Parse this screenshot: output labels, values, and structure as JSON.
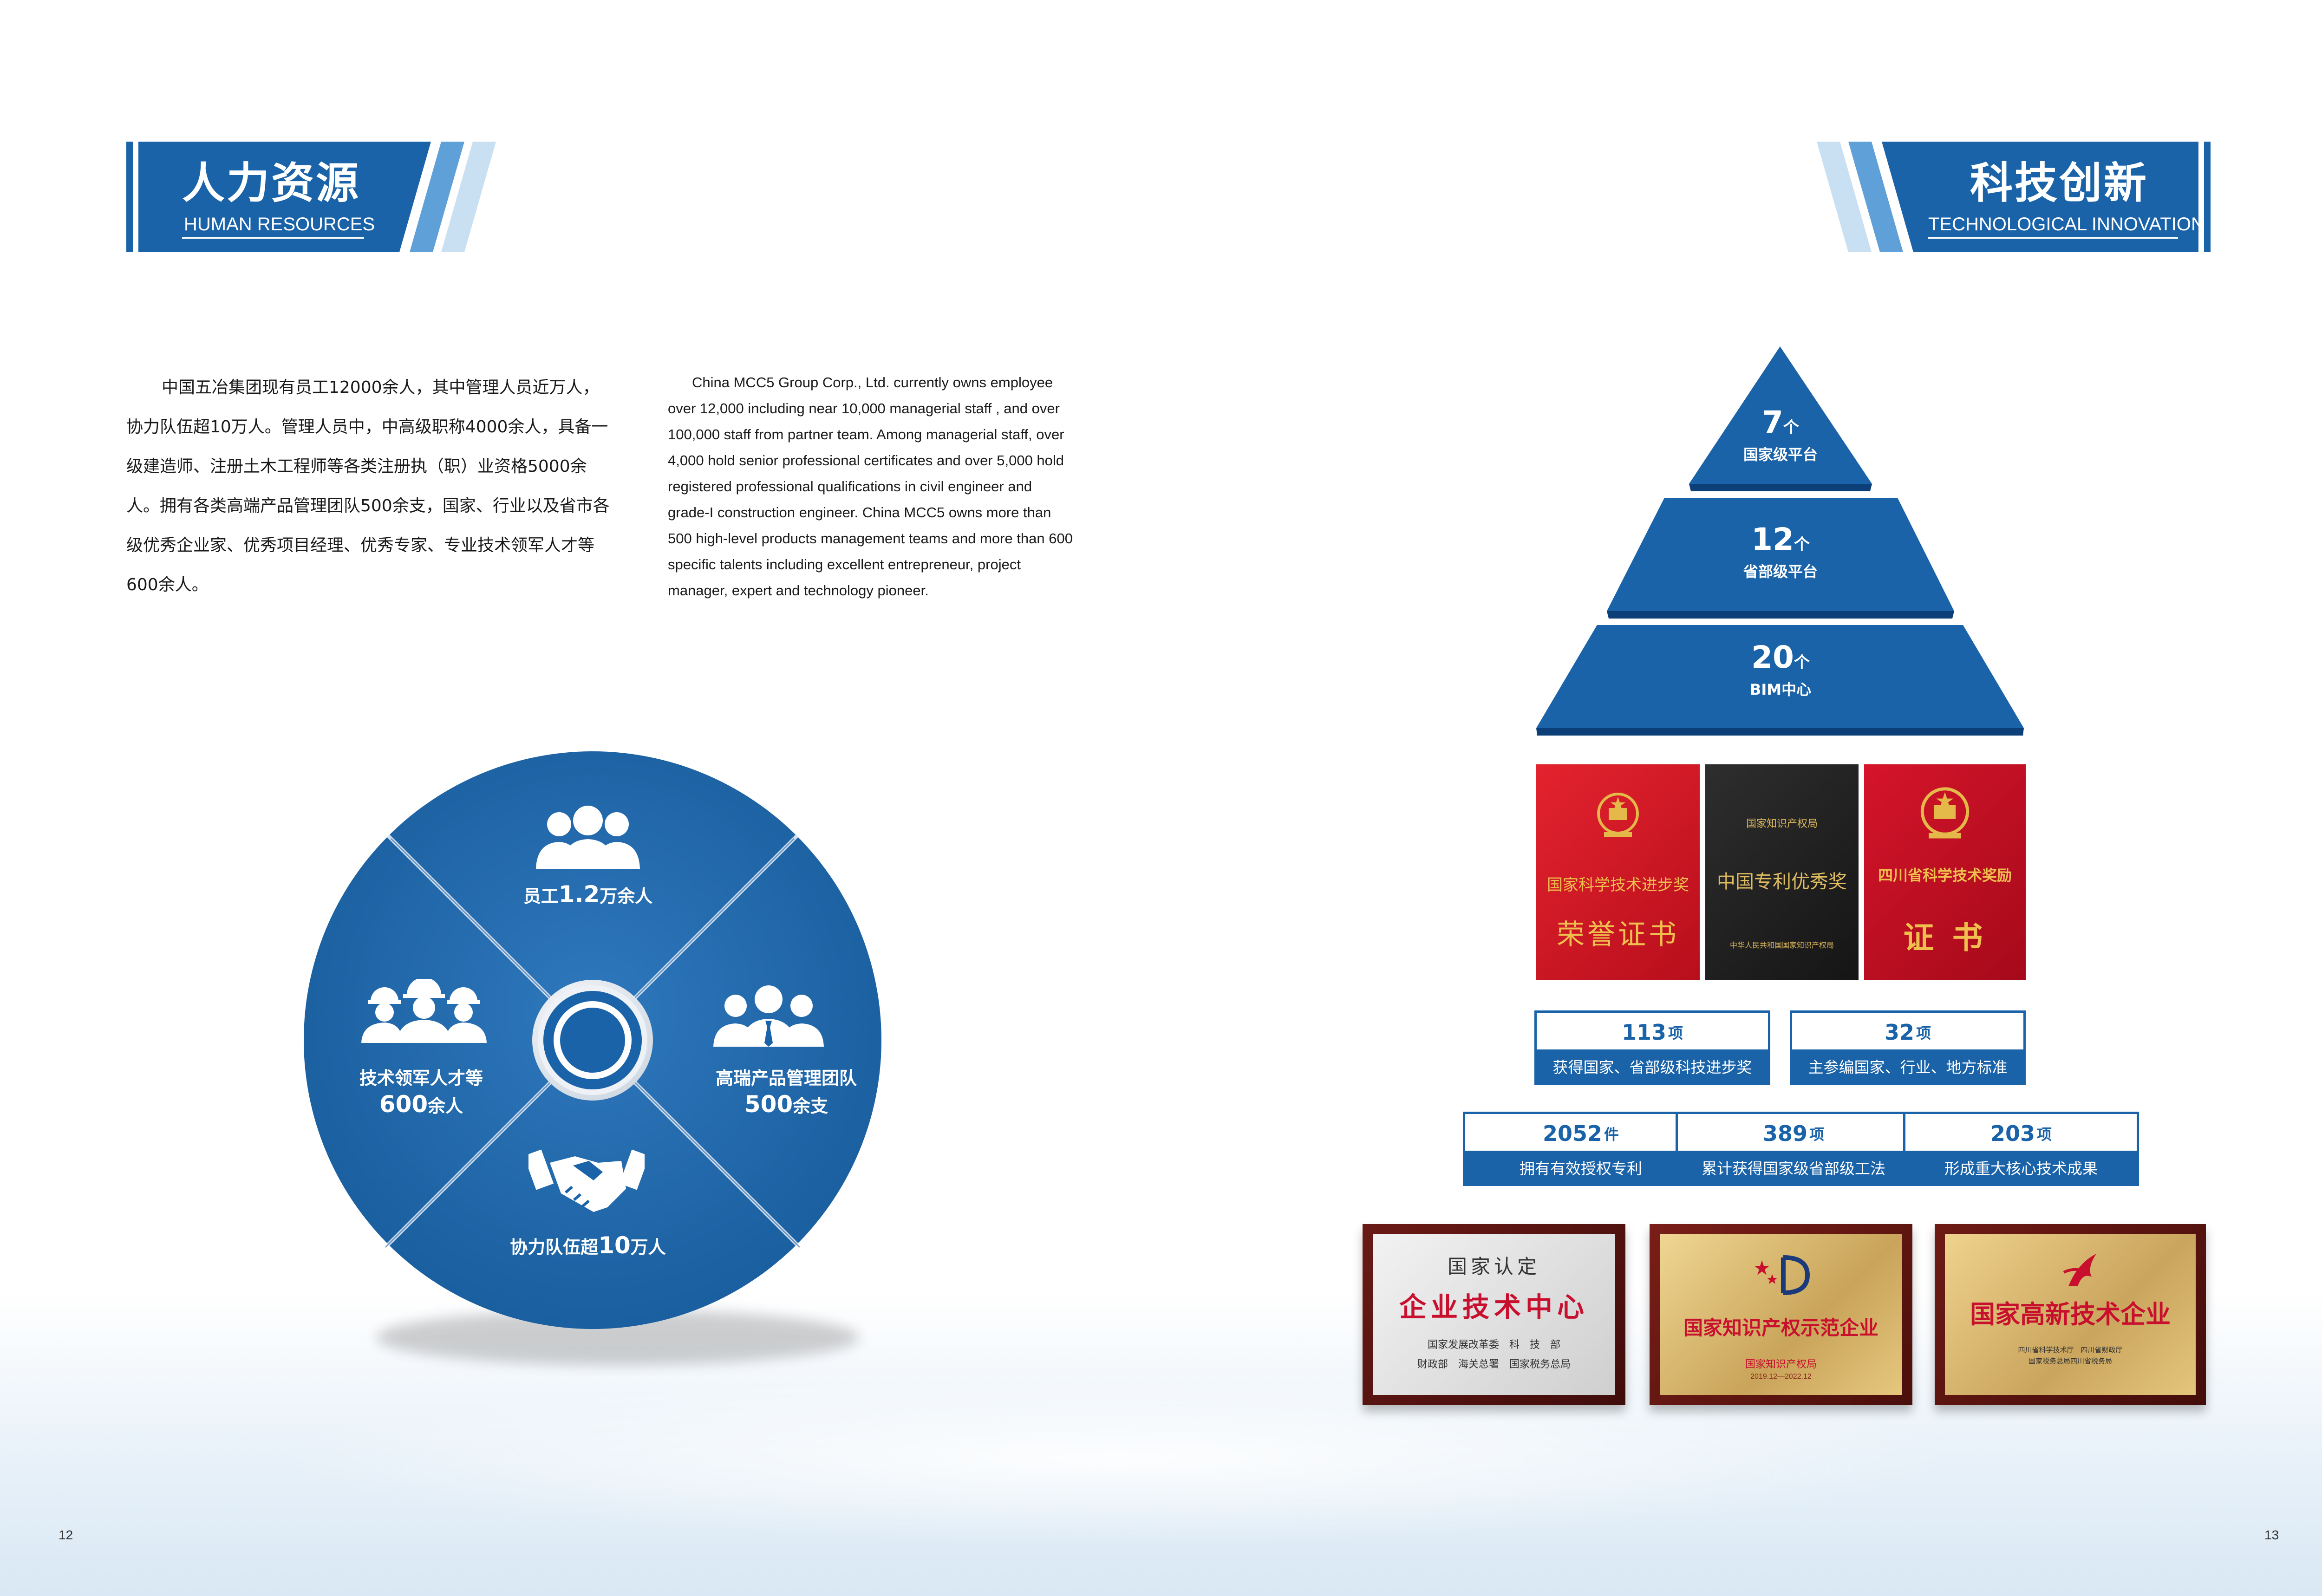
{
  "colors": {
    "primary": "#1a63a8",
    "dark_blue": "#0f4f93",
    "light_stripe": "#c9e0f2",
    "red": "#c8102e"
  },
  "left_page": {
    "banner": {
      "title": "人力资源",
      "subtitle": "HUMAN RESOURCES"
    },
    "cn_paragraph": "中国五冶集团现有员工12000余人，其中管理人员近万人，协力队伍超10万人。管理人员中，中高级职称4000余人，具备一级建造师、注册土木工程师等各类注册执（职）业资格5000余人。拥有各类高端产品管理团队500余支，国家、行业以及省市各级优秀企业家、优秀项目经理、优秀专家、专业技术领军人才等600余人。",
    "en_paragraph": "China MCC5 Group Corp., Ltd. currently owns employee over 12,000 including near 10,000 managerial staff , and over 100,000 staff from partner team. Among managerial staff, over 4,000 hold senior professional certificates and over 5,000 hold registered professional qualifications in civil engineer and grade-I construction engineer. China MCC5 owns more than 500 high-level products management teams and more than 600 specific talents including excellent entrepreneur, project manager, expert and technology pioneer.",
    "circle": {
      "top": {
        "pre": "员工",
        "num": "1.2",
        "post": "万余人",
        "icon": "people-group-icon"
      },
      "left": {
        "line1": "技术领军人才等",
        "num": "600",
        "post": "余人",
        "icon": "workers-helmet-icon"
      },
      "right": {
        "line1": "高瑞产品管理团队",
        "num": "500",
        "post": "余支",
        "icon": "business-team-icon"
      },
      "bottom": {
        "pre": "协力队伍超",
        "num": "10",
        "post": "万人",
        "icon": "handshake-icon"
      }
    },
    "page_number": "12"
  },
  "right_page": {
    "banner": {
      "title": "科技创新",
      "subtitle": "TECHNOLOGICAL INNOVATION"
    },
    "pyramid": [
      {
        "num": "7",
        "unit": "个",
        "caption": "国家级平台"
      },
      {
        "num": "12",
        "unit": "个",
        "caption": "省部级平台"
      },
      {
        "num": "20",
        "unit": "个",
        "caption": "BIM中心"
      }
    ],
    "certificates": [
      {
        "line1": "国家科学技术进步奖",
        "line2": "荣誉证书"
      },
      {
        "header": "国家知识产权局",
        "line1": "中国专利优秀奖",
        "footer": "中华人民共和国国家知识产权局"
      },
      {
        "line1": "四川省科学技术奖励",
        "line2": "证 书"
      }
    ],
    "stats": [
      {
        "num": "113",
        "unit": "项",
        "label": "获得国家、省部级科技进步奖"
      },
      {
        "num": "32",
        "unit": "项",
        "label": "主参编国家、行业、地方标准"
      },
      {
        "num": "2052",
        "unit": "件",
        "label": "拥有有效授权专利"
      },
      {
        "num": "389",
        "unit": "项",
        "label": "累计获得国家级省部级工法"
      },
      {
        "num": "203",
        "unit": "项",
        "label": "形成重大核心技术成果"
      }
    ],
    "plaques": [
      {
        "line1": "国家认定",
        "line2": "企业技术中心",
        "line3": "国家发展改革委　科　技　部",
        "line4": "财政部　海关总署　国家税务总局"
      },
      {
        "line1": "国家知识产权示范企业",
        "line2": "国家知识产权局",
        "line3": "2019.12—2022.12"
      },
      {
        "line1": "国家高新技术企业",
        "line2": "四川省科学技术厅　四川省财政厅",
        "line3": "国家税务总局四川省税务局"
      }
    ],
    "page_number": "13"
  }
}
